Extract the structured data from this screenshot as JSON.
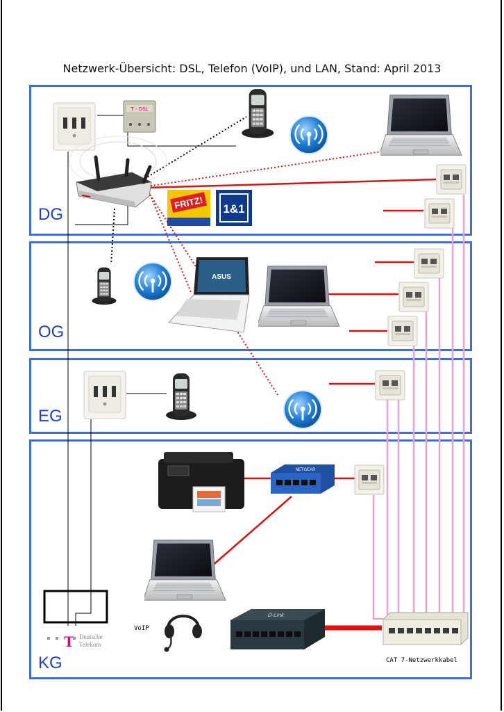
{
  "title": "Netzwerk-Übersicht: DSL, Telefon (VoIP), und LAN, Stand: April 2013",
  "floors": [
    {
      "id": "dg",
      "label": "DG"
    },
    {
      "id": "og",
      "label": "OG"
    },
    {
      "id": "eg",
      "label": "EG"
    },
    {
      "id": "kg",
      "label": "KG"
    }
  ],
  "labels": {
    "voip": "VoIP",
    "patch_panel": "CAT 7-Netzwerkkabel",
    "telekom": "Deutsche\nTelekom",
    "telekom_line1": "Deutsche",
    "telekom_line2": "Telekom",
    "fritz_logo": "FRITZ!",
    "one_und_one_logo": "1&1",
    "dsl_splitter_text": "T - DSL",
    "asus_text": "ASUS",
    "netgear_text": "NETGEAR",
    "dlink_text": "D-Link"
  },
  "colors": {
    "floor_border": "#3b6fe0",
    "floor_label": "#1f3fc8",
    "lan_cable": "#e01010",
    "patch_cable": "#f0a0d0",
    "wifi_blue": "#1a73c8",
    "telekom_magenta": "#e20074"
  }
}
